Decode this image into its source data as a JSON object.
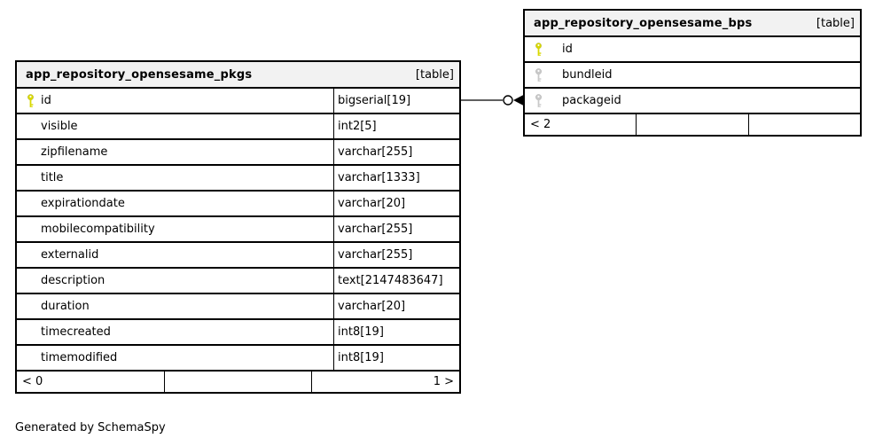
{
  "note": "Generated by SchemaSpy",
  "colors": {
    "header_bg": "#f2f2f2",
    "border": "#000000",
    "primary_key": "#d8d800",
    "foreign_key": "#c9c9c9"
  },
  "tables": [
    {
      "title": "app_repository_opensesame_pkgs",
      "badge": "[table]",
      "columns": [
        {
          "name": "id",
          "type": "bigserial[19]",
          "key": "primary"
        },
        {
          "name": "visible",
          "type": "int2[5]",
          "key": "none"
        },
        {
          "name": "zipfilename",
          "type": "varchar[255]",
          "key": "none"
        },
        {
          "name": "title",
          "type": "varchar[1333]",
          "key": "none"
        },
        {
          "name": "expirationdate",
          "type": "varchar[20]",
          "key": "none"
        },
        {
          "name": "mobilecompatibility",
          "type": "varchar[255]",
          "key": "none"
        },
        {
          "name": "externalid",
          "type": "varchar[255]",
          "key": "none"
        },
        {
          "name": "description",
          "type": "text[2147483647]",
          "key": "none"
        },
        {
          "name": "duration",
          "type": "varchar[20]",
          "key": "none"
        },
        {
          "name": "timecreated",
          "type": "int8[19]",
          "key": "none"
        },
        {
          "name": "timemodified",
          "type": "int8[19]",
          "key": "none"
        }
      ],
      "footer": {
        "left": "< 0",
        "middle": "",
        "right": "1 >"
      }
    },
    {
      "title": "app_repository_opensesame_bps",
      "badge": "[table]",
      "columns": [
        {
          "name": "id",
          "key": "primary"
        },
        {
          "name": "bundleid",
          "key": "foreign"
        },
        {
          "name": "packageid",
          "key": "foreign"
        }
      ],
      "footer": {
        "left": "< 2",
        "middle": "",
        "right": ""
      }
    }
  ],
  "relationship": {
    "from_column": "app_repository_opensesame_pkgs.id",
    "to_column": "app_repository_opensesame_bps.packageid",
    "end_style": "circle-crowfoot-arrow"
  }
}
